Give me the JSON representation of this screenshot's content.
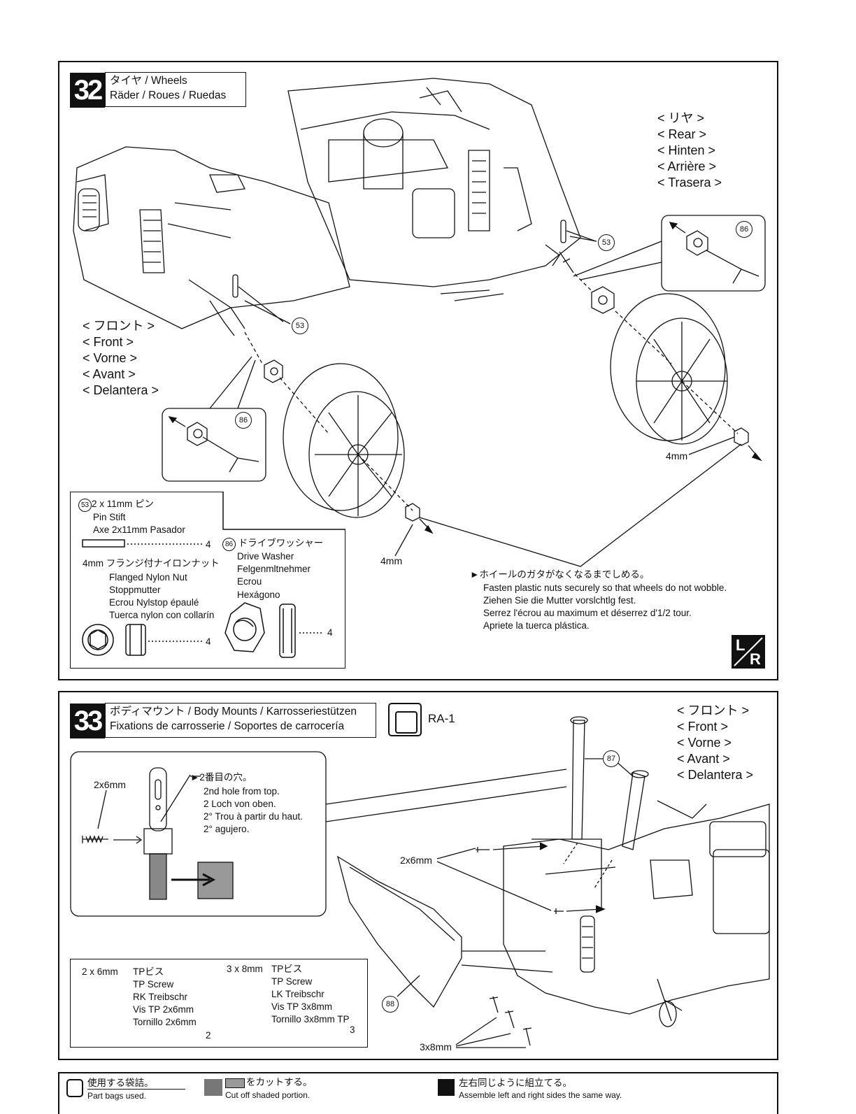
{
  "step32": {
    "number": "32",
    "title_line1": "タイヤ / Wheels",
    "title_line2": "Räder / Roues / Ruedas",
    "rear_labels": [
      "< リヤ >",
      "< Rear >",
      "< Hinten >",
      "< Arrière >",
      "< Trasera >"
    ],
    "front_labels": [
      "< フロント >",
      "< Front >",
      "< Vorne >",
      "< Avant >",
      "< Delantera >"
    ],
    "callout_53": "53",
    "callout_86": "86",
    "label_4mm": "4mm",
    "parts": {
      "pin_line1": "2 x 11mm ピン",
      "pin_line2": "Pin    Stift",
      "pin_line3": "Axe 2x11mm    Pasador",
      "pin_qty": "4",
      "nut_line1": "4mm  フランジ付ナイロンナット",
      "nut_line2": "Flanged Nylon Nut",
      "nut_line3": "Stoppmutter",
      "nut_line4": "Ecrou Nylstop épaulé",
      "nut_line5": "Tuerca nylon con collarín",
      "nut_qty": "4",
      "washer_line1": "ドライブワッシャー",
      "washer_line2": "Drive Washer",
      "washer_line3": "Felgenmltnehmer",
      "washer_line4": "Ecrou",
      "washer_line5": "Hexágono",
      "washer_qty": "4"
    },
    "note": {
      "jp": "ホイールのガタがなくなるまでしめる。",
      "en": "Fasten plastic nuts securely so that wheels do not wobble.",
      "de": "Ziehen Sie die Mutter vorslchtlg fest.",
      "fr": "Serrez l'écrou au maximum et déserrez d'1/2 tour.",
      "es": "Apriete la tuerca plástica."
    },
    "lr_L": "L",
    "lr_R": "R"
  },
  "step33": {
    "number": "33",
    "title_line1": "ボディマウント / Body Mounts / Karrosseriestützen",
    "title_line2": "Fixations de carrosserie / Soportes de carrocería",
    "bag": "RA-1",
    "front_labels": [
      "< フロント >",
      "< Front >",
      "< Vorne >",
      "< Avant >",
      "< Delantera >"
    ],
    "inset": {
      "screw_label": "2x6mm",
      "hole_jp": "2番目の穴。",
      "hole_en": "2nd hole from top.",
      "hole_de": "2 Loch von oben.",
      "hole_fr": "2° Trou à partir du haut.",
      "hole_es": "2° agujero."
    },
    "label_2x6": "2x6mm",
    "label_3x8": "3x8mm",
    "callout_87": "87",
    "callout_88": "88",
    "parts": {
      "s1_size": "2 x 6mm",
      "s1_line1": "TPビス",
      "s1_line2": "TP Screw",
      "s1_line3": "RK Treibschr",
      "s1_line4": "Vis TP 2x6mm",
      "s1_line5": "Tornillo 2x6mm",
      "s1_qty": "2",
      "s2_size": "3 x 8mm",
      "s2_line1": "TPビス",
      "s2_line2": "TP Screw",
      "s2_line3": "LK Treibschr",
      "s2_line4": "Vis TP 3x8mm",
      "s2_line5": "Tornillo 3x8mm TP",
      "s2_qty": "3"
    }
  },
  "legend": {
    "bags_jp": "使用する袋詰。",
    "bags_en": "Part bags used.",
    "cut_jp": "をカットする。",
    "cut_en": "Cut off shaded portion.",
    "lr_jp": "左右同じように組立てる。",
    "lr_en": "Assemble left and right sides the same way."
  }
}
